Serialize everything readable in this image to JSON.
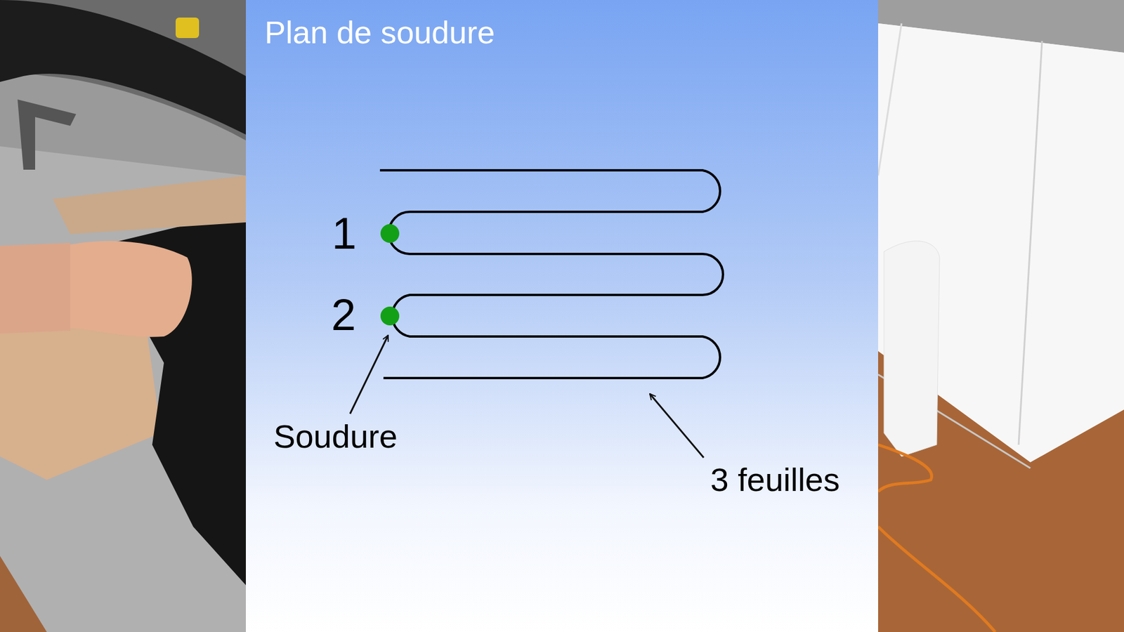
{
  "diagram": {
    "title": "Plan de soudure",
    "labels": [
      "1",
      "2",
      "Soudure",
      "3 feuilles"
    ]
  }
}
